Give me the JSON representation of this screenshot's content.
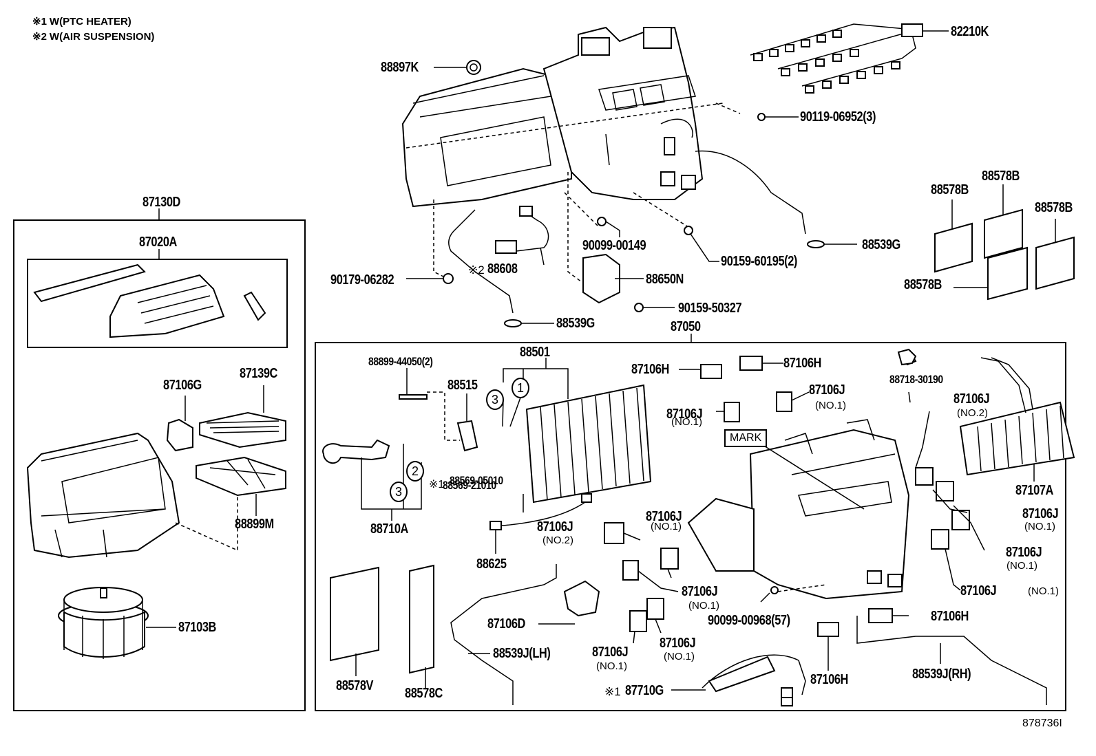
{
  "notes": [
    {
      "mark": "※1",
      "text": "W(PTC HEATER)"
    },
    {
      "mark": "※2",
      "text": "W(AIR SUSPENSION)"
    }
  ],
  "diagram_id": "878736I",
  "groups": {
    "left_assembly": "87130D",
    "left_subassembly": "87020A",
    "unit_assembly": "87050"
  },
  "parts": {
    "p88897K": "88897K",
    "p82210K": "82210K",
    "p90119": "90119-06952(3)",
    "p88578B_1": "88578B",
    "p88578B_2": "88578B",
    "p88578B_3": "88578B",
    "p88578B_4": "88578B",
    "p88539G_top": "88539G",
    "p90099_00149": "90099-00149",
    "p90159_60195": "90159-60195(2)",
    "p88608": "88608",
    "p88608_mark": "※2",
    "p88650N": "88650N",
    "p90179": "90179-06282",
    "p90159_50327": "90159-50327",
    "p88539G_bottom": "88539G",
    "p87106G": "87106G",
    "p87139C": "87139C",
    "p88899M": "88899M",
    "p87103B": "87103B",
    "p88899_44050": "88899-44050(2)",
    "p88501": "88501",
    "p88515": "88515",
    "p88569_05010": "88569-05010",
    "p88569_21010": "88569-21010",
    "p88569_21010_mark": "※1",
    "p88710A": "88710A",
    "p88625": "88625",
    "p87106H_1": "87106H",
    "p87106H_2": "87106H",
    "p87106H_3": "87106H",
    "p87106H_4": "87106H",
    "p88718": "88718-30190",
    "p87106J_a": "87106J",
    "p87106J_b": "87106J",
    "p87106J_c": "87106J",
    "p87106J_d": "87106J",
    "p87106J_e": "87106J",
    "p87106J_f": "87106J",
    "p87106J_g": "87106J",
    "p87106J_h": "87106J",
    "p87106J_i": "87106J",
    "p87106J_j": "87106J",
    "p87106J_k": "87106J",
    "p87107A": "87107A",
    "p87106D": "87106D",
    "p90099_00968": "90099-00968(57)",
    "p88539J_LH": "88539J(LH)",
    "p88539J_RH": "88539J(RH)",
    "p88578V": "88578V",
    "p88578C": "88578C",
    "p87710G": "87710G",
    "p87710G_mark": "※1"
  },
  "subnotes": {
    "no1": "(NO.1)",
    "no2": "(NO.2)"
  },
  "mark_label": "MARK",
  "callouts": {
    "c1": "1",
    "c2": "2",
    "c3a": "3",
    "c3b": "3"
  }
}
